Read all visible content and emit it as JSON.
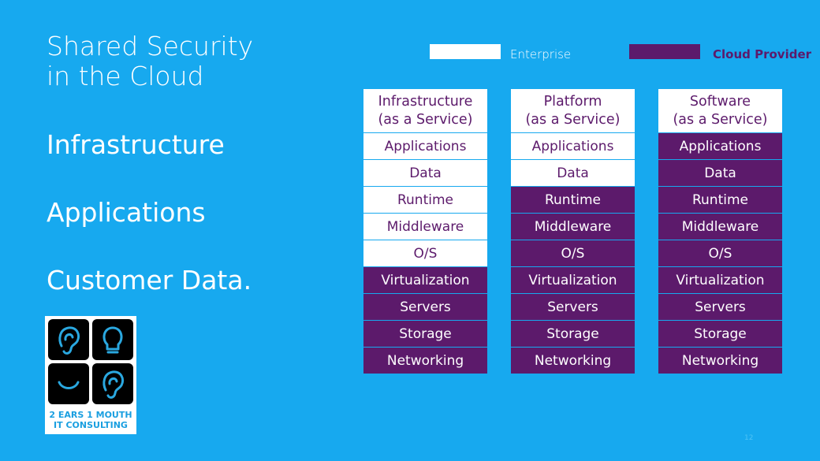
{
  "slide": {
    "title_line1": "Shared Security",
    "title_line2": "in the Cloud",
    "points": [
      "Infrastructure",
      "Applications",
      "Customer Data."
    ],
    "page_number": "12"
  },
  "legend": {
    "enterprise_label": "Enterprise",
    "provider_label": "Cloud Provider",
    "enterprise_color": "#ffffff",
    "provider_color": "#5c1a6b"
  },
  "logo": {
    "line1": "2 EARS 1 MOUTH",
    "line2": "IT CONSULTING"
  },
  "columns": [
    {
      "header_line1": "Infrastructure",
      "header_line2": "(as a Service)",
      "rows": [
        {
          "label": "Applications",
          "owner": "enterprise"
        },
        {
          "label": "Data",
          "owner": "enterprise"
        },
        {
          "label": "Runtime",
          "owner": "enterprise"
        },
        {
          "label": "Middleware",
          "owner": "enterprise"
        },
        {
          "label": "O/S",
          "owner": "enterprise"
        },
        {
          "label": "Virtualization",
          "owner": "provider"
        },
        {
          "label": "Servers",
          "owner": "provider"
        },
        {
          "label": "Storage",
          "owner": "provider"
        },
        {
          "label": "Networking",
          "owner": "provider"
        }
      ]
    },
    {
      "header_line1": "Platform",
      "header_line2": "(as a Service)",
      "rows": [
        {
          "label": "Applications",
          "owner": "enterprise"
        },
        {
          "label": "Data",
          "owner": "enterprise"
        },
        {
          "label": "Runtime",
          "owner": "provider"
        },
        {
          "label": "Middleware",
          "owner": "provider"
        },
        {
          "label": "O/S",
          "owner": "provider"
        },
        {
          "label": "Virtualization",
          "owner": "provider"
        },
        {
          "label": "Servers",
          "owner": "provider"
        },
        {
          "label": "Storage",
          "owner": "provider"
        },
        {
          "label": "Networking",
          "owner": "provider"
        }
      ]
    },
    {
      "header_line1": "Software",
      "header_line2": "(as a Service)",
      "rows": [
        {
          "label": "Applications",
          "owner": "provider"
        },
        {
          "label": "Data",
          "owner": "provider"
        },
        {
          "label": "Runtime",
          "owner": "provider"
        },
        {
          "label": "Middleware",
          "owner": "provider"
        },
        {
          "label": "O/S",
          "owner": "provider"
        },
        {
          "label": "Virtualization",
          "owner": "provider"
        },
        {
          "label": "Servers",
          "owner": "provider"
        },
        {
          "label": "Storage",
          "owner": "provider"
        },
        {
          "label": "Networking",
          "owner": "provider"
        }
      ]
    }
  ]
}
